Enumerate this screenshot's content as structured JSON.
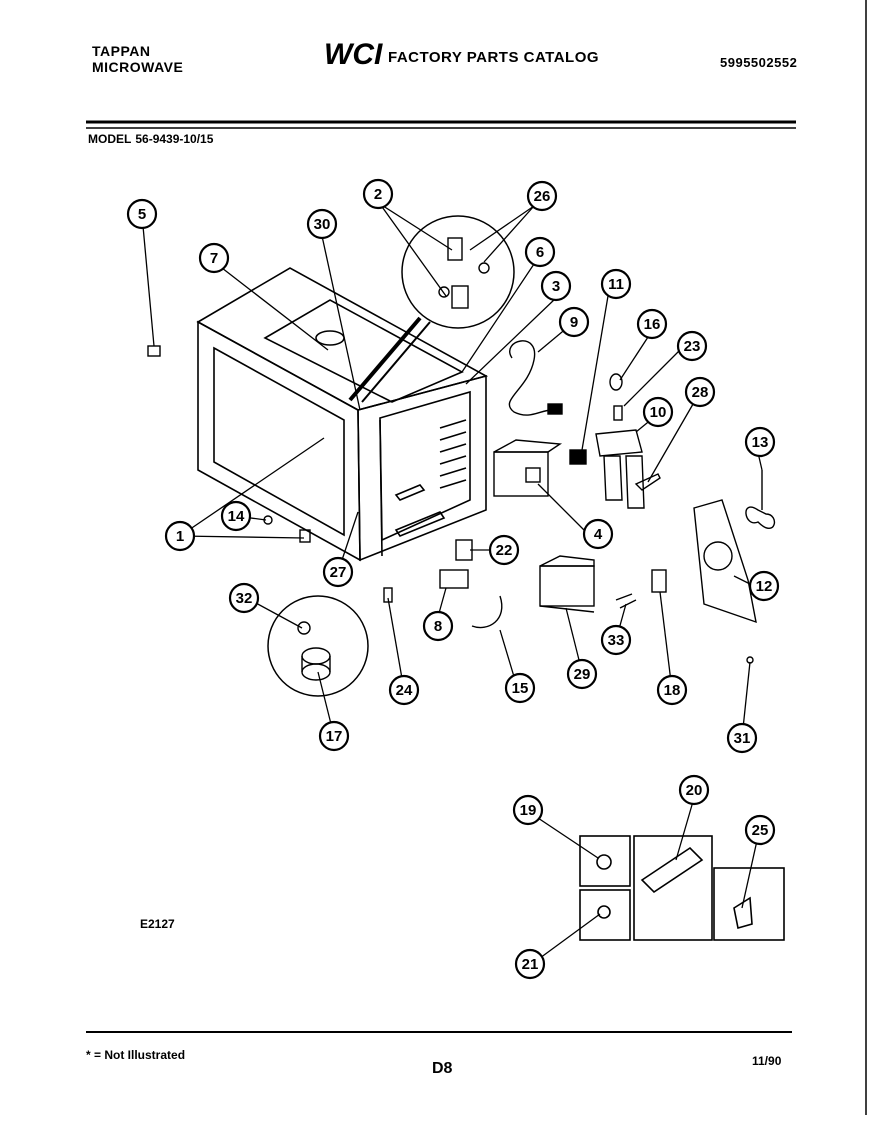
{
  "header": {
    "brand_line1": "TAPPAN",
    "brand_line2": "MICROWAVE",
    "logo_text": "WCI",
    "catalog_title": "FACTORY PARTS CATALOG",
    "catalog_number": "5995502552"
  },
  "model": {
    "label": "MODEL",
    "number": "56-9439-10/15"
  },
  "callouts": [
    "1",
    "2",
    "3",
    "4",
    "5",
    "6",
    "7",
    "8",
    "9",
    "10",
    "11",
    "12",
    "13",
    "14",
    "15",
    "16",
    "17",
    "18",
    "19",
    "20",
    "21",
    "22",
    "23",
    "24",
    "25",
    "26",
    "27",
    "28",
    "29",
    "30",
    "31",
    "32",
    "33"
  ],
  "drawing_code": "E2127",
  "footer": {
    "footnote": "* = Not Illustrated",
    "page_code": "D8",
    "date": "11/90"
  }
}
